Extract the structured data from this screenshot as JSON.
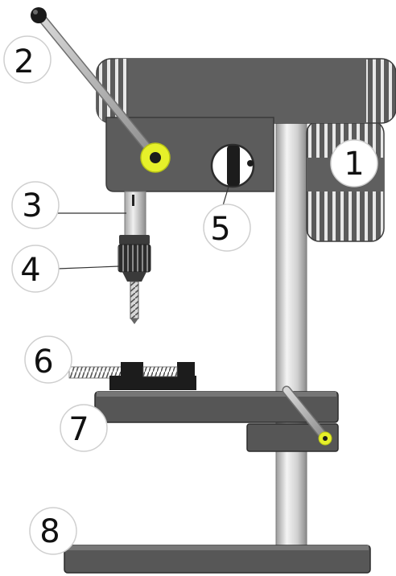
{
  "callouts": [
    {
      "number": "1"
    },
    {
      "number": "2"
    },
    {
      "number": "3"
    },
    {
      "number": "4"
    },
    {
      "number": "5"
    },
    {
      "number": "6"
    },
    {
      "number": "7"
    },
    {
      "number": "8"
    }
  ],
  "colors": {
    "body": "#5d5d5d",
    "body_dark": "#3e3e3e",
    "body_light": "#7a7a7a",
    "accent_yellow": "#e6f02a",
    "column_steel": "#c8c8c8",
    "handle": "#a9a9a9",
    "black": "#111111",
    "background": "#ffffff"
  }
}
